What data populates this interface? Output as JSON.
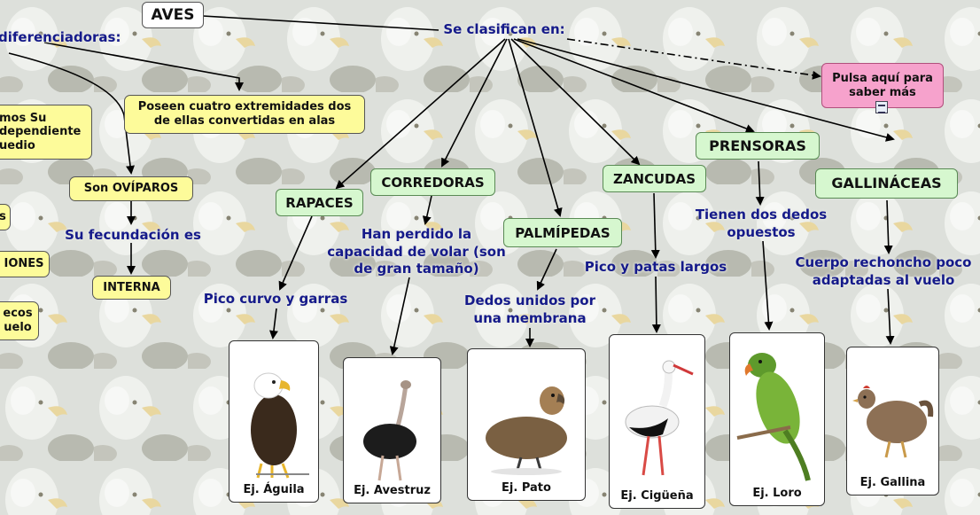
{
  "root": {
    "label": "AVES"
  },
  "clasifican": "Se clasifican en:",
  "diferenciadoras": "diferenciadoras:",
  "extremidades": "Poseen cuatro extremidades dos de ellas convertidas en alas",
  "partial_box_1": "mos Su dependiente uedio",
  "partial_box_2": "s",
  "partial_box_3": "IONES",
  "partial_box_4": "ecos uelo",
  "oviparos": "Son OVÍPAROS",
  "fecundacion": "Su fecundación es",
  "interna": "INTERNA",
  "link_box": "Pulsa aquí para saber más",
  "categories": [
    {
      "name": "RAPACES",
      "trait": "Pico curvo y garras",
      "example": "Ej. Águila",
      "animal": "eagle-image"
    },
    {
      "name": "CORREDORAS",
      "trait": "Han perdido la capacidad de volar (son de gran tamaño)",
      "example": "Ej. Avestruz",
      "animal": "ostrich-image"
    },
    {
      "name": "PALMÍPEDAS",
      "trait": "Dedos unidos por una membrana",
      "example": "Ej. Pato",
      "animal": "duck-image"
    },
    {
      "name": "ZANCUDAS",
      "trait": "Pico y patas largos",
      "example": "Ej. Cigüeña",
      "animal": "stork-image"
    },
    {
      "name": "PRENSORAS",
      "trait": "Tienen dos dedos opuestos",
      "example": "Ej. Loro",
      "animal": "parrot-image"
    },
    {
      "name": "GALLINÁCEAS",
      "trait": "Cuerpo rechoncho poco adaptadas al vuelo",
      "example": "Ej. Gallina",
      "animal": "hen-image"
    }
  ],
  "colors": {
    "yellow_box": "#fdfb9a",
    "green_box": "#d6f7cf",
    "pink_box": "#f6a2cc",
    "label_text": "#151a8a"
  }
}
